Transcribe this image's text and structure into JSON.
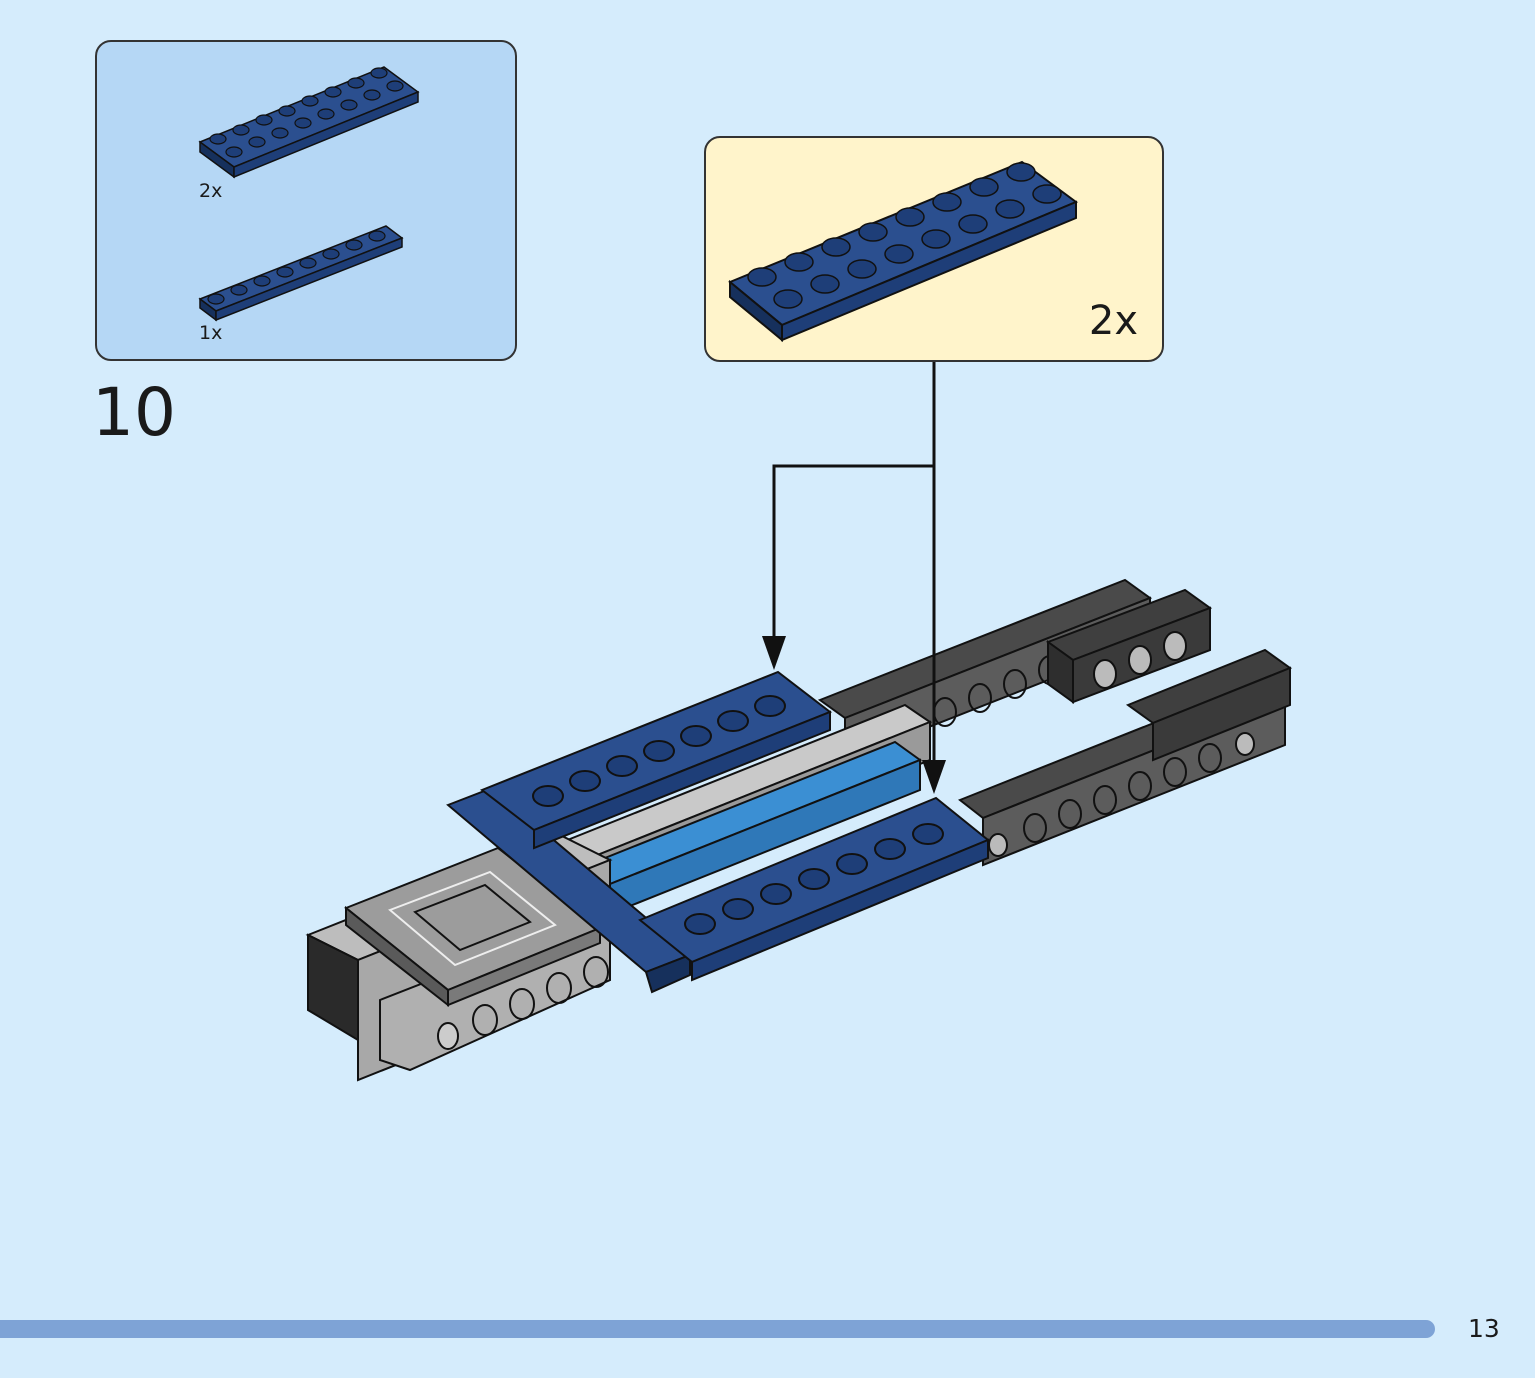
{
  "parts_list": {
    "items": [
      {
        "part": "dark-blue-plate-2x8",
        "quantity_label": "2x"
      },
      {
        "part": "dark-blue-plate-1x8",
        "quantity_label": "1x"
      }
    ]
  },
  "step": {
    "number": "10"
  },
  "callout": {
    "part": "dark-blue-plate-2x8",
    "quantity_label": "2x"
  },
  "footer": {
    "page_number": "13",
    "progress_fraction": 0.935
  },
  "colors": {
    "page_background": "#d5ecfc",
    "parts_box": "#b5d7f5",
    "callout_box": "#fff4cb",
    "dark_blue_brick": "#1e3e78",
    "medium_blue_brick": "#3b8fd3",
    "dark_gray_brick": "#4a4a4a",
    "light_gray_brick": "#a8a8a8",
    "progress_bar": "#7ea3d6"
  }
}
